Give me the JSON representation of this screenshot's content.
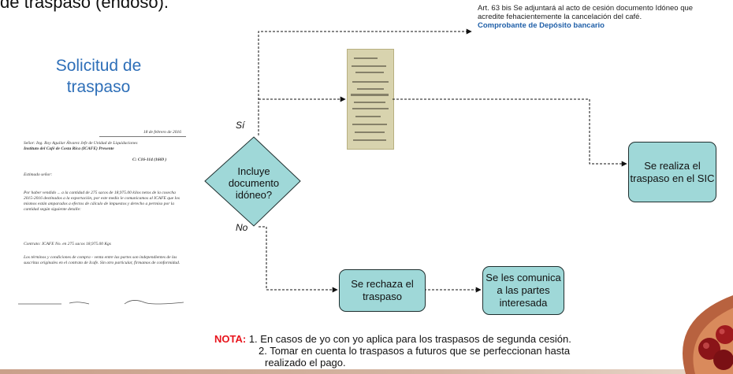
{
  "heading": "de traspaso (endoso).",
  "solicitud_title": "Solicitud de traspaso",
  "article_note": {
    "text": "Art. 63 bis Se adjuntará al acto de cesión documento Idóneo que acredite fehacientemente la cancelación del café.",
    "highlight": "Comprobante de Depósito bancario"
  },
  "decision": {
    "text": "Incluye documento idóneo?"
  },
  "labels": {
    "yes": "Sí",
    "no": "No"
  },
  "boxes": {
    "sic": "Se realiza el traspaso en el SIC",
    "rechaza": "Se rechaza el traspaso",
    "comunica": "Se les comunica a las partes interesada"
  },
  "nota": {
    "label": "NOTA:",
    "line1": "1. En casos de yo con yo aplica para los traspasos de segunda cesión.",
    "line2": "2. Tomar en cuenta lo traspasos a futuros que se perfeccionan hasta",
    "line3": "realizado el pago."
  },
  "letter": {
    "date": "18 de febrero de 2016",
    "addressee": "Señor: Ing. Roy Aguilar Álvarez Jefe de Unidad de Liquidaciones",
    "institution": "Instituto del Café de Costa Rica (ICAFE) Presente",
    "reference": "C: C16-114 (1669 )",
    "greeting": "Estimado señor:",
    "body": "Por haber vendido ... a la cantidad de 275 sacos de 18,975.00 kilos netos de la cosecha 2015-2016 destinados a la exportación, por este medio le comunicamos al ICAFE que los mismos están amparados a efectos de cálculo de impuestos y derecho a permiso por la cantidad según siguiente detalle:",
    "contract": "Contrato: ICAFE No. en 275 sacos 18,975.00 Kgs",
    "terms": "Los términos y condiciones de compra - venta entre las partes son independientes de las suscritas originales en el contrato de Icafe. Sin otro particular, firmamos de conformidad."
  },
  "colors": {
    "box_fill": "#9fd8d8",
    "title_blue": "#2e6fb8",
    "note_highlight": "#1f5fa8",
    "nota_red": "#e8141c"
  }
}
